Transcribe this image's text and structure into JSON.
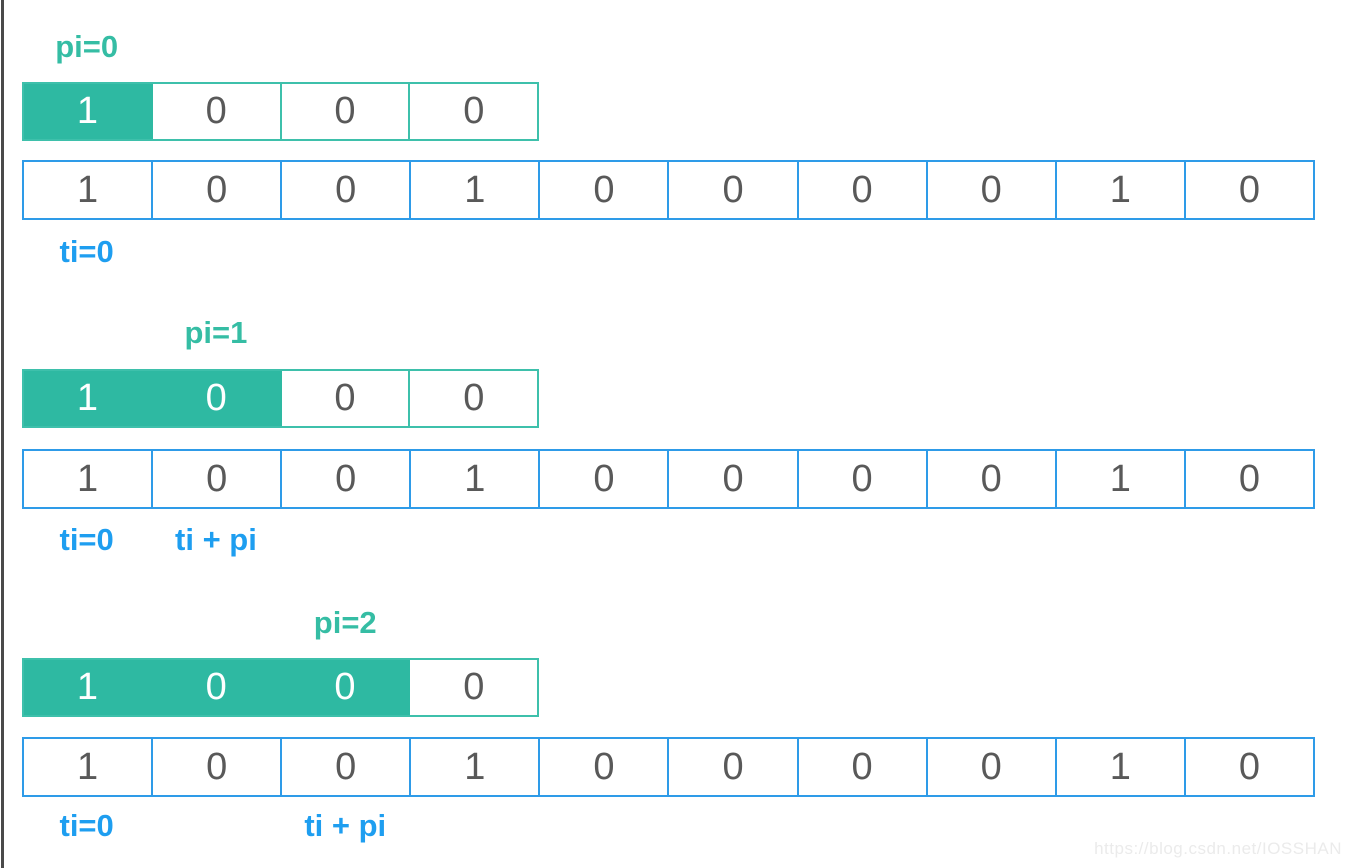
{
  "watermark": {
    "text": "https://blog.csdn.net/IOSSHAN"
  },
  "colors": {
    "teal_fill": "#2EB9A2",
    "teal_border": "#3EC0AB",
    "teal_label": "#35BDA4",
    "blue_border": "#2E9BE8",
    "blue_label": "#1E9EF0",
    "digit": "#595959",
    "digit_highlight": "#FFFFFF",
    "watermark": "#EBEBEB",
    "edge": "#4A4A4A",
    "background": "#FFFFFF"
  },
  "sections": [
    {
      "pi_label": "pi=0",
      "pi_index": 0,
      "pattern_values": [
        "1",
        "0",
        "0",
        "0"
      ],
      "highlight_count": 1,
      "text_values": [
        "1",
        "0",
        "0",
        "1",
        "0",
        "0",
        "0",
        "0",
        "1",
        "0"
      ],
      "ti_label": "ti=0",
      "tipi_label": "",
      "tipi_index": -1
    },
    {
      "pi_label": "pi=1",
      "pi_index": 1,
      "pattern_values": [
        "1",
        "0",
        "0",
        "0"
      ],
      "highlight_count": 2,
      "text_values": [
        "1",
        "0",
        "0",
        "1",
        "0",
        "0",
        "0",
        "0",
        "1",
        "0"
      ],
      "ti_label": "ti=0",
      "tipi_label": "ti + pi",
      "tipi_index": 1
    },
    {
      "pi_label": "pi=2",
      "pi_index": 2,
      "pattern_values": [
        "1",
        "0",
        "0",
        "0"
      ],
      "highlight_count": 3,
      "text_values": [
        "1",
        "0",
        "0",
        "1",
        "0",
        "0",
        "0",
        "0",
        "1",
        "0"
      ],
      "ti_label": "ti=0",
      "tipi_label": "ti + pi",
      "tipi_index": 2
    }
  ]
}
